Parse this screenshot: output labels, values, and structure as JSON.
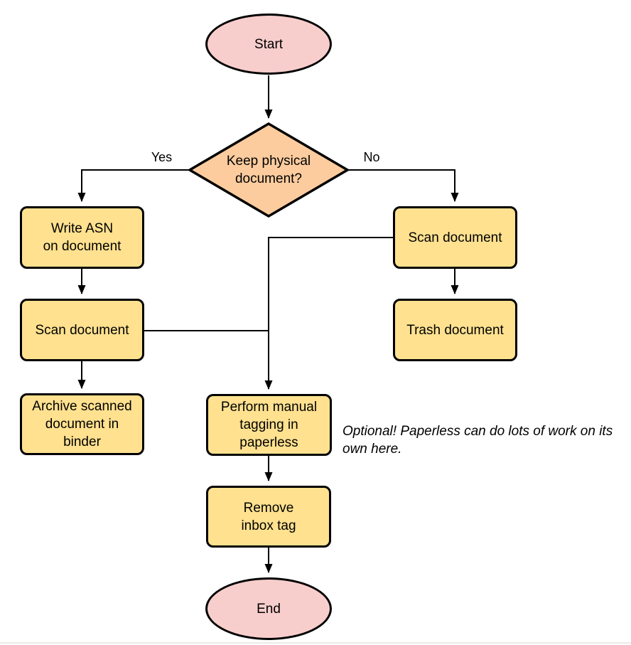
{
  "diagram": {
    "nodes": {
      "start": {
        "label": "Start",
        "shape": "terminator"
      },
      "decision": {
        "label": "Keep physical document?",
        "shape": "diamond"
      },
      "write_asn": {
        "label": "Write ASN on document",
        "shape": "process"
      },
      "scan_left": {
        "label": "Scan document",
        "shape": "process"
      },
      "archive": {
        "label": "Archive scanned document in binder",
        "shape": "process"
      },
      "scan_right": {
        "label": "Scan document",
        "shape": "process"
      },
      "trash": {
        "label": "Trash document",
        "shape": "process"
      },
      "perform": {
        "label": "Perform manual tagging in paperless",
        "shape": "process"
      },
      "remove": {
        "label": "Remove inbox tag",
        "shape": "process"
      },
      "end": {
        "label": "End",
        "shape": "terminator"
      }
    },
    "edge_labels": {
      "yes": "Yes",
      "no": "No"
    },
    "annotation": "Optional! Paperless can do lots of work on its own here.",
    "colors": {
      "terminator_fill": "#F8CECC",
      "decision_fill": "#FCCC9E",
      "process_fill": "#FFE18F",
      "stroke": "#000000"
    }
  }
}
